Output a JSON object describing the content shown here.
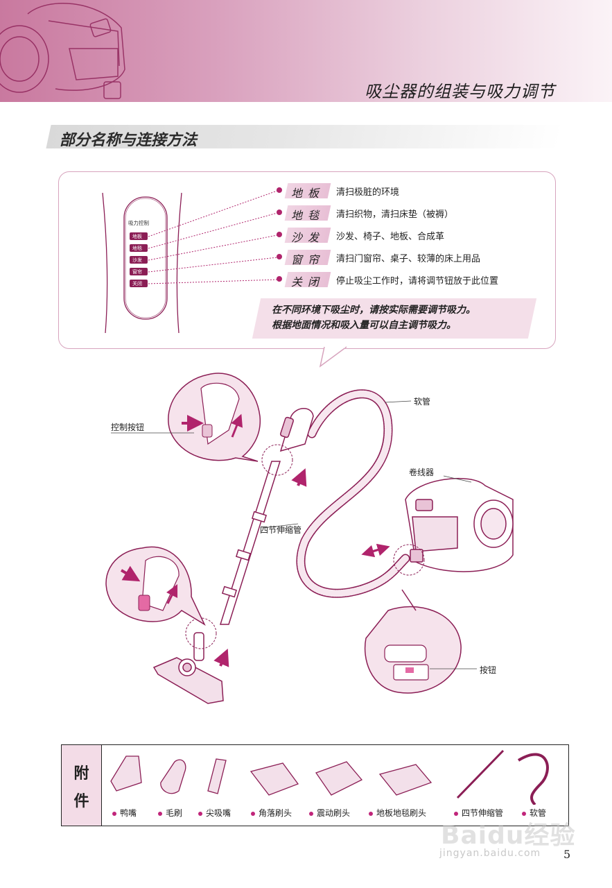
{
  "header": {
    "title": "吸尘器的组装与吸力调节"
  },
  "section": {
    "title": "部分名称与连接方法"
  },
  "control_panel": {
    "heading": "吸力控制",
    "buttons": [
      "地板",
      "地毯",
      "沙发",
      "窗帘",
      "关闭"
    ]
  },
  "modes": [
    {
      "label": "地板",
      "desc": "清扫极脏的环境"
    },
    {
      "label": "地毯",
      "desc": "清扫织物，清扫床垫（被褥）"
    },
    {
      "label": "沙发",
      "desc": "沙发、椅子、地板、合成革"
    },
    {
      "label": "窗帘",
      "desc": "清扫门窗帘、桌子、较薄的床上用品"
    },
    {
      "label": "关闭",
      "desc": "停止吸尘工作时，请将调节钮放于此位置"
    }
  ],
  "note": {
    "line1": "在不同环境下吸尘时，请按实际需要调节吸力。",
    "line2": "根据地面情况和吸入量可以自主调节吸力。"
  },
  "callouts": {
    "hose": "软管",
    "control_button": "控制按钮",
    "cord_reel": "卷线器",
    "telescopic_tube": "四节伸缩管",
    "button": "按钮"
  },
  "accessories": {
    "label_line1": "附",
    "label_line2": "件",
    "items": [
      "鸭嘴",
      "毛刷",
      "尖吸嘴",
      "角落刷头",
      "震动刷头",
      "地板地毯刷头",
      "四节伸缩管",
      "软管"
    ]
  },
  "watermark": {
    "brand": "Baidu经验",
    "url": "jingyan.baidu.com"
  },
  "page_number": "5",
  "colors": {
    "accent": "#b0246c",
    "header_pink": "#c9799f",
    "line": "#8b1e55"
  }
}
